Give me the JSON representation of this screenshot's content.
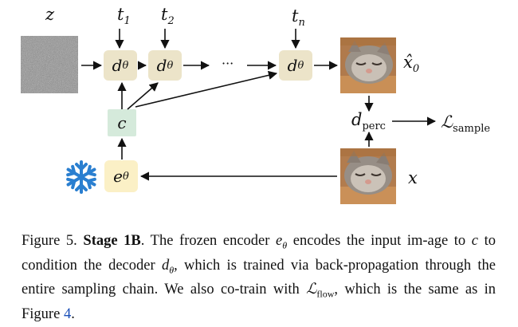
{
  "diagram": {
    "z_label": "z",
    "t1": "t",
    "t1_sub": "1",
    "t2": "t",
    "t2_sub": "2",
    "tn": "t",
    "tn_sub": "n",
    "decoder": "d",
    "decoder_sub": "θ",
    "ellipsis": "···",
    "c_label": "c",
    "encoder": "e",
    "encoder_sub": "θ",
    "x0_label": "x̂",
    "x0_sub": "0",
    "x_label": "x",
    "dperc": "d",
    "dperc_sub": "perc",
    "loss": "ℒ",
    "loss_sub": "sample"
  },
  "caption": {
    "prefix": "Figure 5. ",
    "bold": "Stage 1B",
    "text1": ". The frozen encoder ",
    "enc": "e",
    "enc_sub": "θ",
    "text2": " encodes the input im-age to ",
    "c": "c",
    "text3": " to condition the decoder ",
    "dec": "d",
    "dec_sub": "θ",
    "text4": ", which is trained via back-propagation through the entire sampling chain. We also co-train with ",
    "lflow": "ℒ",
    "lflow_sub": "flow",
    "text5": ", which is the same as in Figure ",
    "figref": "4",
    "text6": "."
  },
  "colors": {
    "decoder_box": "#ece4c9",
    "c_box": "#d5eadb",
    "encoder_box": "#fbf0c6",
    "snowflake": "#2a7fd0",
    "link": "#1a4fb8"
  }
}
